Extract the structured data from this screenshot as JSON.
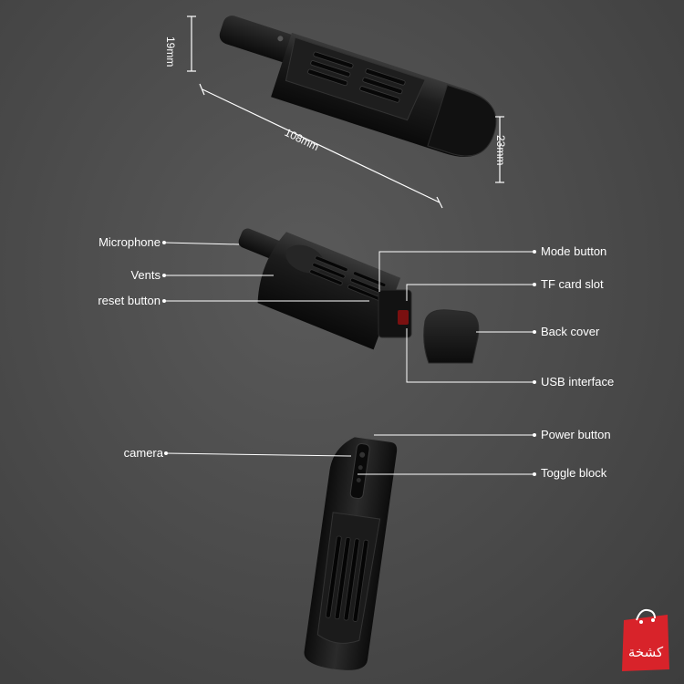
{
  "dimensions": {
    "height_top": "19mm",
    "length": "108mm",
    "height_front": "23mm"
  },
  "labels_left": {
    "microphone": "Microphone",
    "vents": "Vents",
    "reset_button": "reset button",
    "camera": "camera"
  },
  "labels_right": {
    "mode_button": "Mode button",
    "tf_card_slot": "TF card slot",
    "back_cover": "Back cover",
    "usb_interface": "USB interface",
    "power_button": "Power button",
    "toggle_block": "Toggle block"
  },
  "brand": {
    "logo_text": "كشخة",
    "color": "#d8232a"
  },
  "colors": {
    "background": "#4a4a4a",
    "device": "#141414",
    "line": "#ffffff"
  }
}
